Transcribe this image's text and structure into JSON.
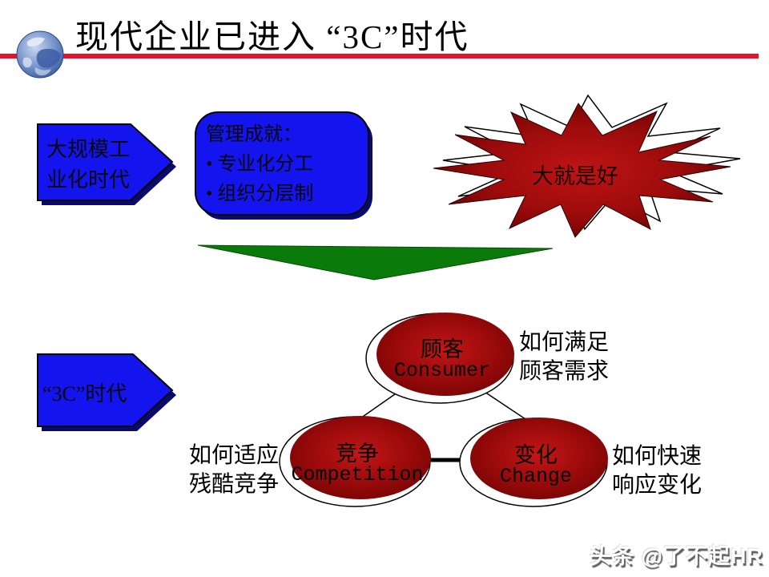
{
  "header": {
    "title": "现代企业已进入 “3C”时代",
    "logo_icon": "globe-icon"
  },
  "colors": {
    "shape_blue": "#1414ee",
    "rule_red": "#e8112d",
    "burst_red_center": "#c01414",
    "burst_red_edge": "#5f0000",
    "ellipse_red_center": "#c41616",
    "ellipse_red_edge": "#6e0404",
    "triangle_green": "#0a7a0a"
  },
  "industrial_era": {
    "line1": "大规模工",
    "line2": "业化时代"
  },
  "management_box": {
    "heading": "管理成就：",
    "bullet1": "• 专业化分工",
    "bullet2": "• 组织分层制"
  },
  "starburst": {
    "label": "大就是好"
  },
  "era_3c": {
    "label": "“3C”时代"
  },
  "nodes": {
    "consumer": {
      "zh": "顾客",
      "en": "Consumer"
    },
    "competition": {
      "zh": "竞争",
      "en": "Competition"
    },
    "change": {
      "zh": "变化",
      "en": "Change"
    }
  },
  "annotations": {
    "consumer": {
      "line1": "如何满足",
      "line2": "顾客需求"
    },
    "competition": {
      "line1": "如何适应",
      "line2": "残酷竞争"
    },
    "change": {
      "line1": "如何快速",
      "line2": "响应变化"
    }
  },
  "watermark": {
    "text": "头条 @了不起HR"
  }
}
